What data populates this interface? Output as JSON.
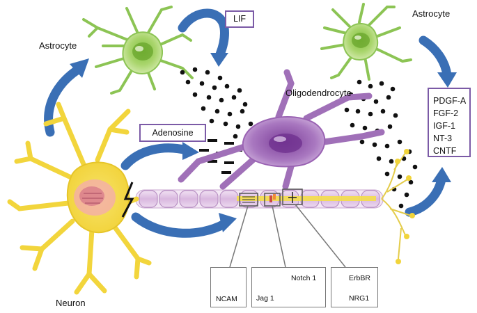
{
  "labels": {
    "astrocyte_left": "Astrocyte",
    "astrocyte_right": "Astrocyte",
    "lif": "LIF",
    "oligodendrocyte": "Oligodendrocyte",
    "adenosine": "Adenosine",
    "neuron": "Neuron"
  },
  "growth_factors": [
    "PDGF-A",
    "FGF-2",
    "IGF-1",
    "NT-3",
    "CNTF"
  ],
  "molecules": {
    "ncam": "NCAM",
    "notch": "Notch 1",
    "jag": "Jag 1",
    "erbbr": "ErbBR",
    "nrg": "NRG1"
  },
  "colors": {
    "arrow_blue": "#3a6fb5",
    "astrocyte_green": "#a7d36b",
    "oligodendrocyte_purple": "#a070b8",
    "neuron_yellow": "#f4de4e",
    "myelin_pink": "#e6cfea",
    "box_border": "#7b5aa6"
  }
}
